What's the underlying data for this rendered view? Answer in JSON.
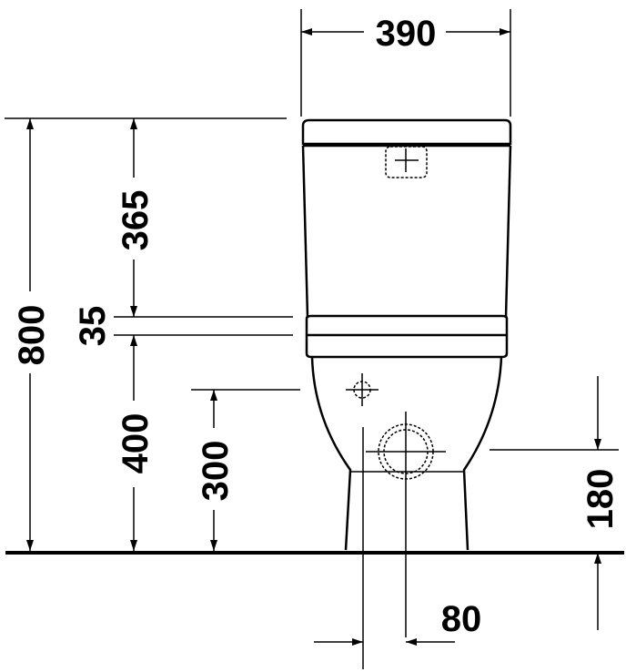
{
  "dimensions": {
    "width": "390",
    "tank_height": "365",
    "seat_thickness": "35",
    "total_height": "800",
    "seat_height": "400",
    "inlet_height": "300",
    "outlet_height": "180",
    "outlet_offset": "80"
  }
}
